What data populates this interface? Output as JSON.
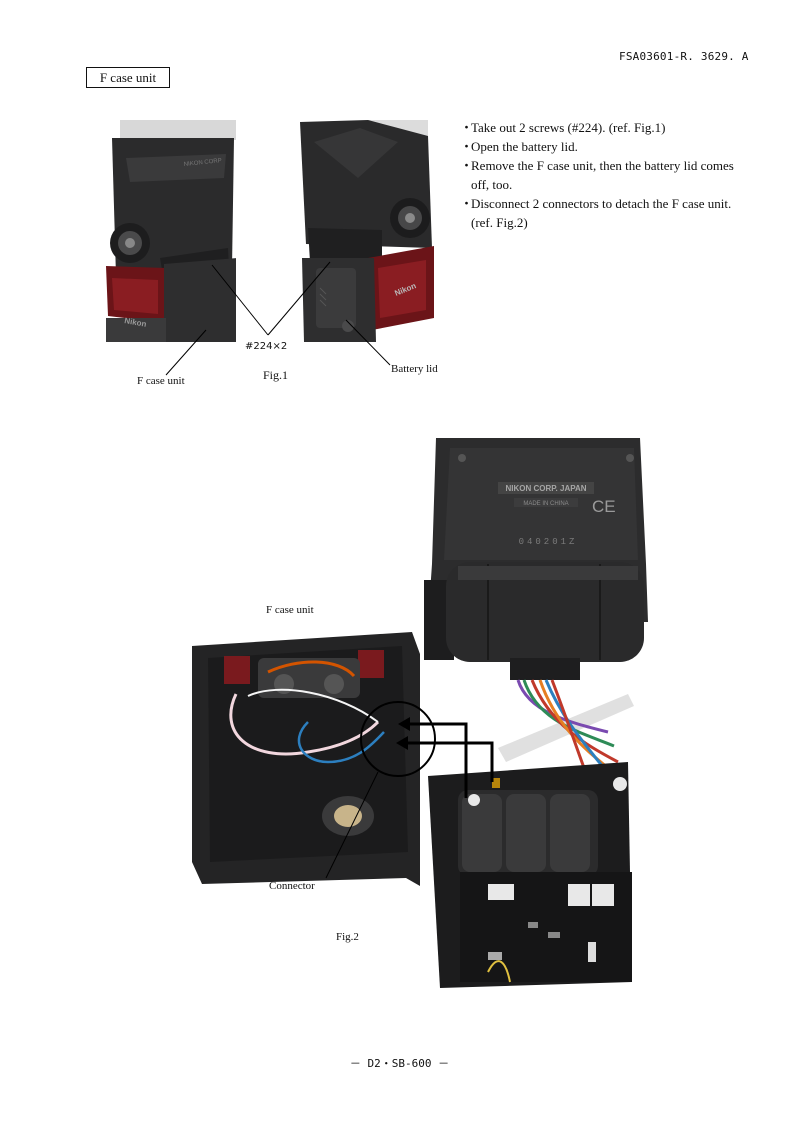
{
  "header": {
    "doc_id": "FSA03601-R. 3629. A"
  },
  "section_title": "F case unit",
  "steps": [
    "Take out 2 screws (#224).  (ref. Fig.1)",
    "Open the battery lid.",
    "Remove the F case unit, then the battery lid comes off, too.",
    "Disconnect 2 connectors to detach the F case unit.  (ref. Fig.2)"
  ],
  "bullet": "・",
  "fig1": {
    "screw_label": "#224×2",
    "f_case_label": "F case unit",
    "caption": "Fig.1",
    "battery_lid_label": "Battery lid",
    "logo_text": "Nikon"
  },
  "fig2": {
    "f_case_label": "F case unit",
    "connector_label": "Connector",
    "caption": "Fig.2",
    "plate_line1": "NIKON CORP. JAPAN",
    "plate_line2": "MADE IN CHINA",
    "ce_mark": "CE",
    "serial": "040201Z"
  },
  "footer": "－ D2・SB-600 －"
}
